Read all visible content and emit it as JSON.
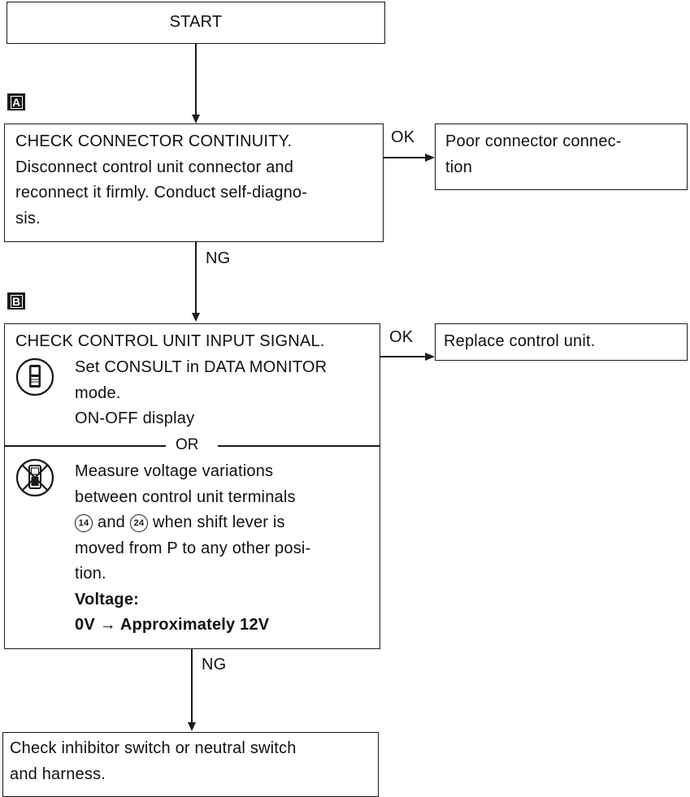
{
  "start_label": "START",
  "step_a": {
    "marker": "A",
    "lines": [
      "CHECK CONNECTOR CONTINUITY.",
      "Disconnect control unit connector and",
      "reconnect it firmly. Conduct self-diagno-",
      "sis."
    ],
    "ok_label": "OK",
    "ok_result_lines": [
      "Poor connector connec-",
      "tion"
    ],
    "ng_label": "NG"
  },
  "step_b": {
    "marker": "B",
    "title": "CHECK CONTROL UNIT INPUT SIGNAL.",
    "consult_lines": [
      "Set CONSULT in DATA MONITOR",
      "mode.",
      "ON-OFF display"
    ],
    "or_label": "OR",
    "measure_lines": [
      "Measure voltage variations",
      "between control unit terminals"
    ],
    "terminal_1": "14",
    "terminal_2": "24",
    "terminal_joiner": "and",
    "terminal_suffix": "when shift lever is",
    "measure_lines_2": [
      "moved from P to any other posi-",
      "tion."
    ],
    "voltage_label": "Voltage:",
    "voltage_value": "0V → Approximately 12V",
    "ok_label": "OK",
    "ok_result": "Replace control unit.",
    "ng_label": "NG"
  },
  "final_lines": [
    "Check inhibitor switch or neutral switch",
    "and harness."
  ],
  "icons": {
    "consult": "consult-tester-icon",
    "no_consult": "no-consult-tester-icon"
  },
  "colors": {
    "ink": "#1a1a1a",
    "paper": "#ffffff"
  }
}
